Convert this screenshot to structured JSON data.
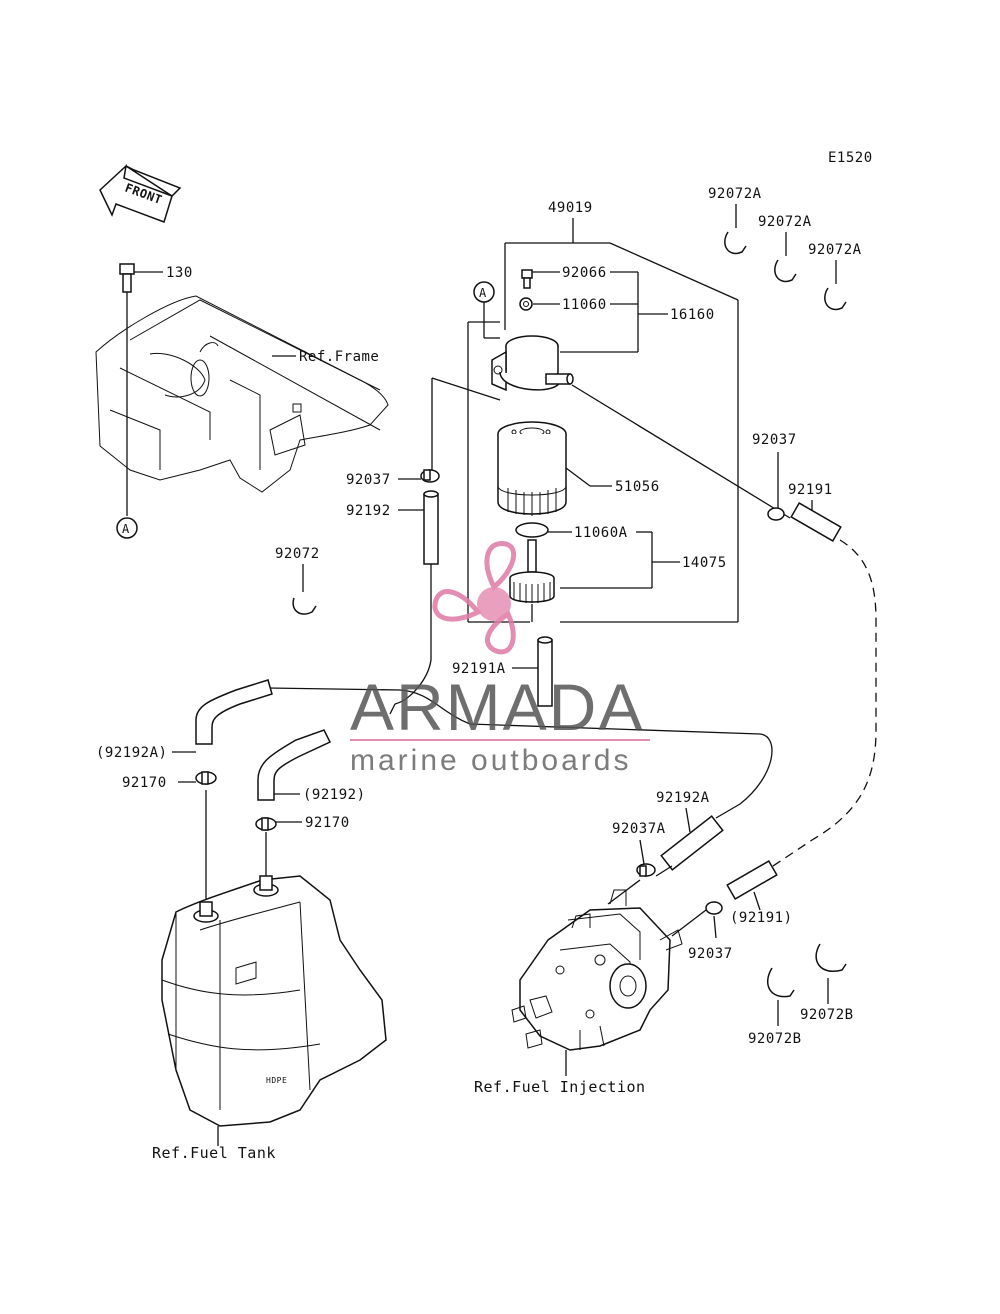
{
  "diagram_code": "E1520",
  "front_label": "FRONT",
  "callout_a": "A",
  "watermark": {
    "brand": "ARMADA",
    "tagline": "marine outboards",
    "accent_color": "#e07aa6"
  },
  "labels": {
    "p130": "130",
    "ref_frame": "Ref.Frame",
    "p49019": "49019",
    "p92066": "92066",
    "p11060": "11060",
    "p16160": "16160",
    "p92072a_1": "92072A",
    "p92072a_2": "92072A",
    "p92072a_3": "92072A",
    "p51056": "51056",
    "p92037_left": "92037",
    "p92192": "92192",
    "p11060a": "11060A",
    "p14075": "14075",
    "p92037_right": "92037",
    "p92191": "92191",
    "p92072": "92072",
    "p92191a": "92191A",
    "p92192a_paren": "(92192A)",
    "p92170_left": "92170",
    "p92192_paren": "(92192)",
    "p92170_right": "92170",
    "p92192a": "92192A",
    "p92037a": "92037A",
    "p92191_paren": "(92191)",
    "p92037_bottom": "92037",
    "p92072b_left": "92072B",
    "p92072b_right": "92072B",
    "ref_fuel_injection": "Ref.Fuel Injection",
    "ref_fuel_tank": "Ref.Fuel Tank",
    "hdpe_mark": "HDPE"
  }
}
